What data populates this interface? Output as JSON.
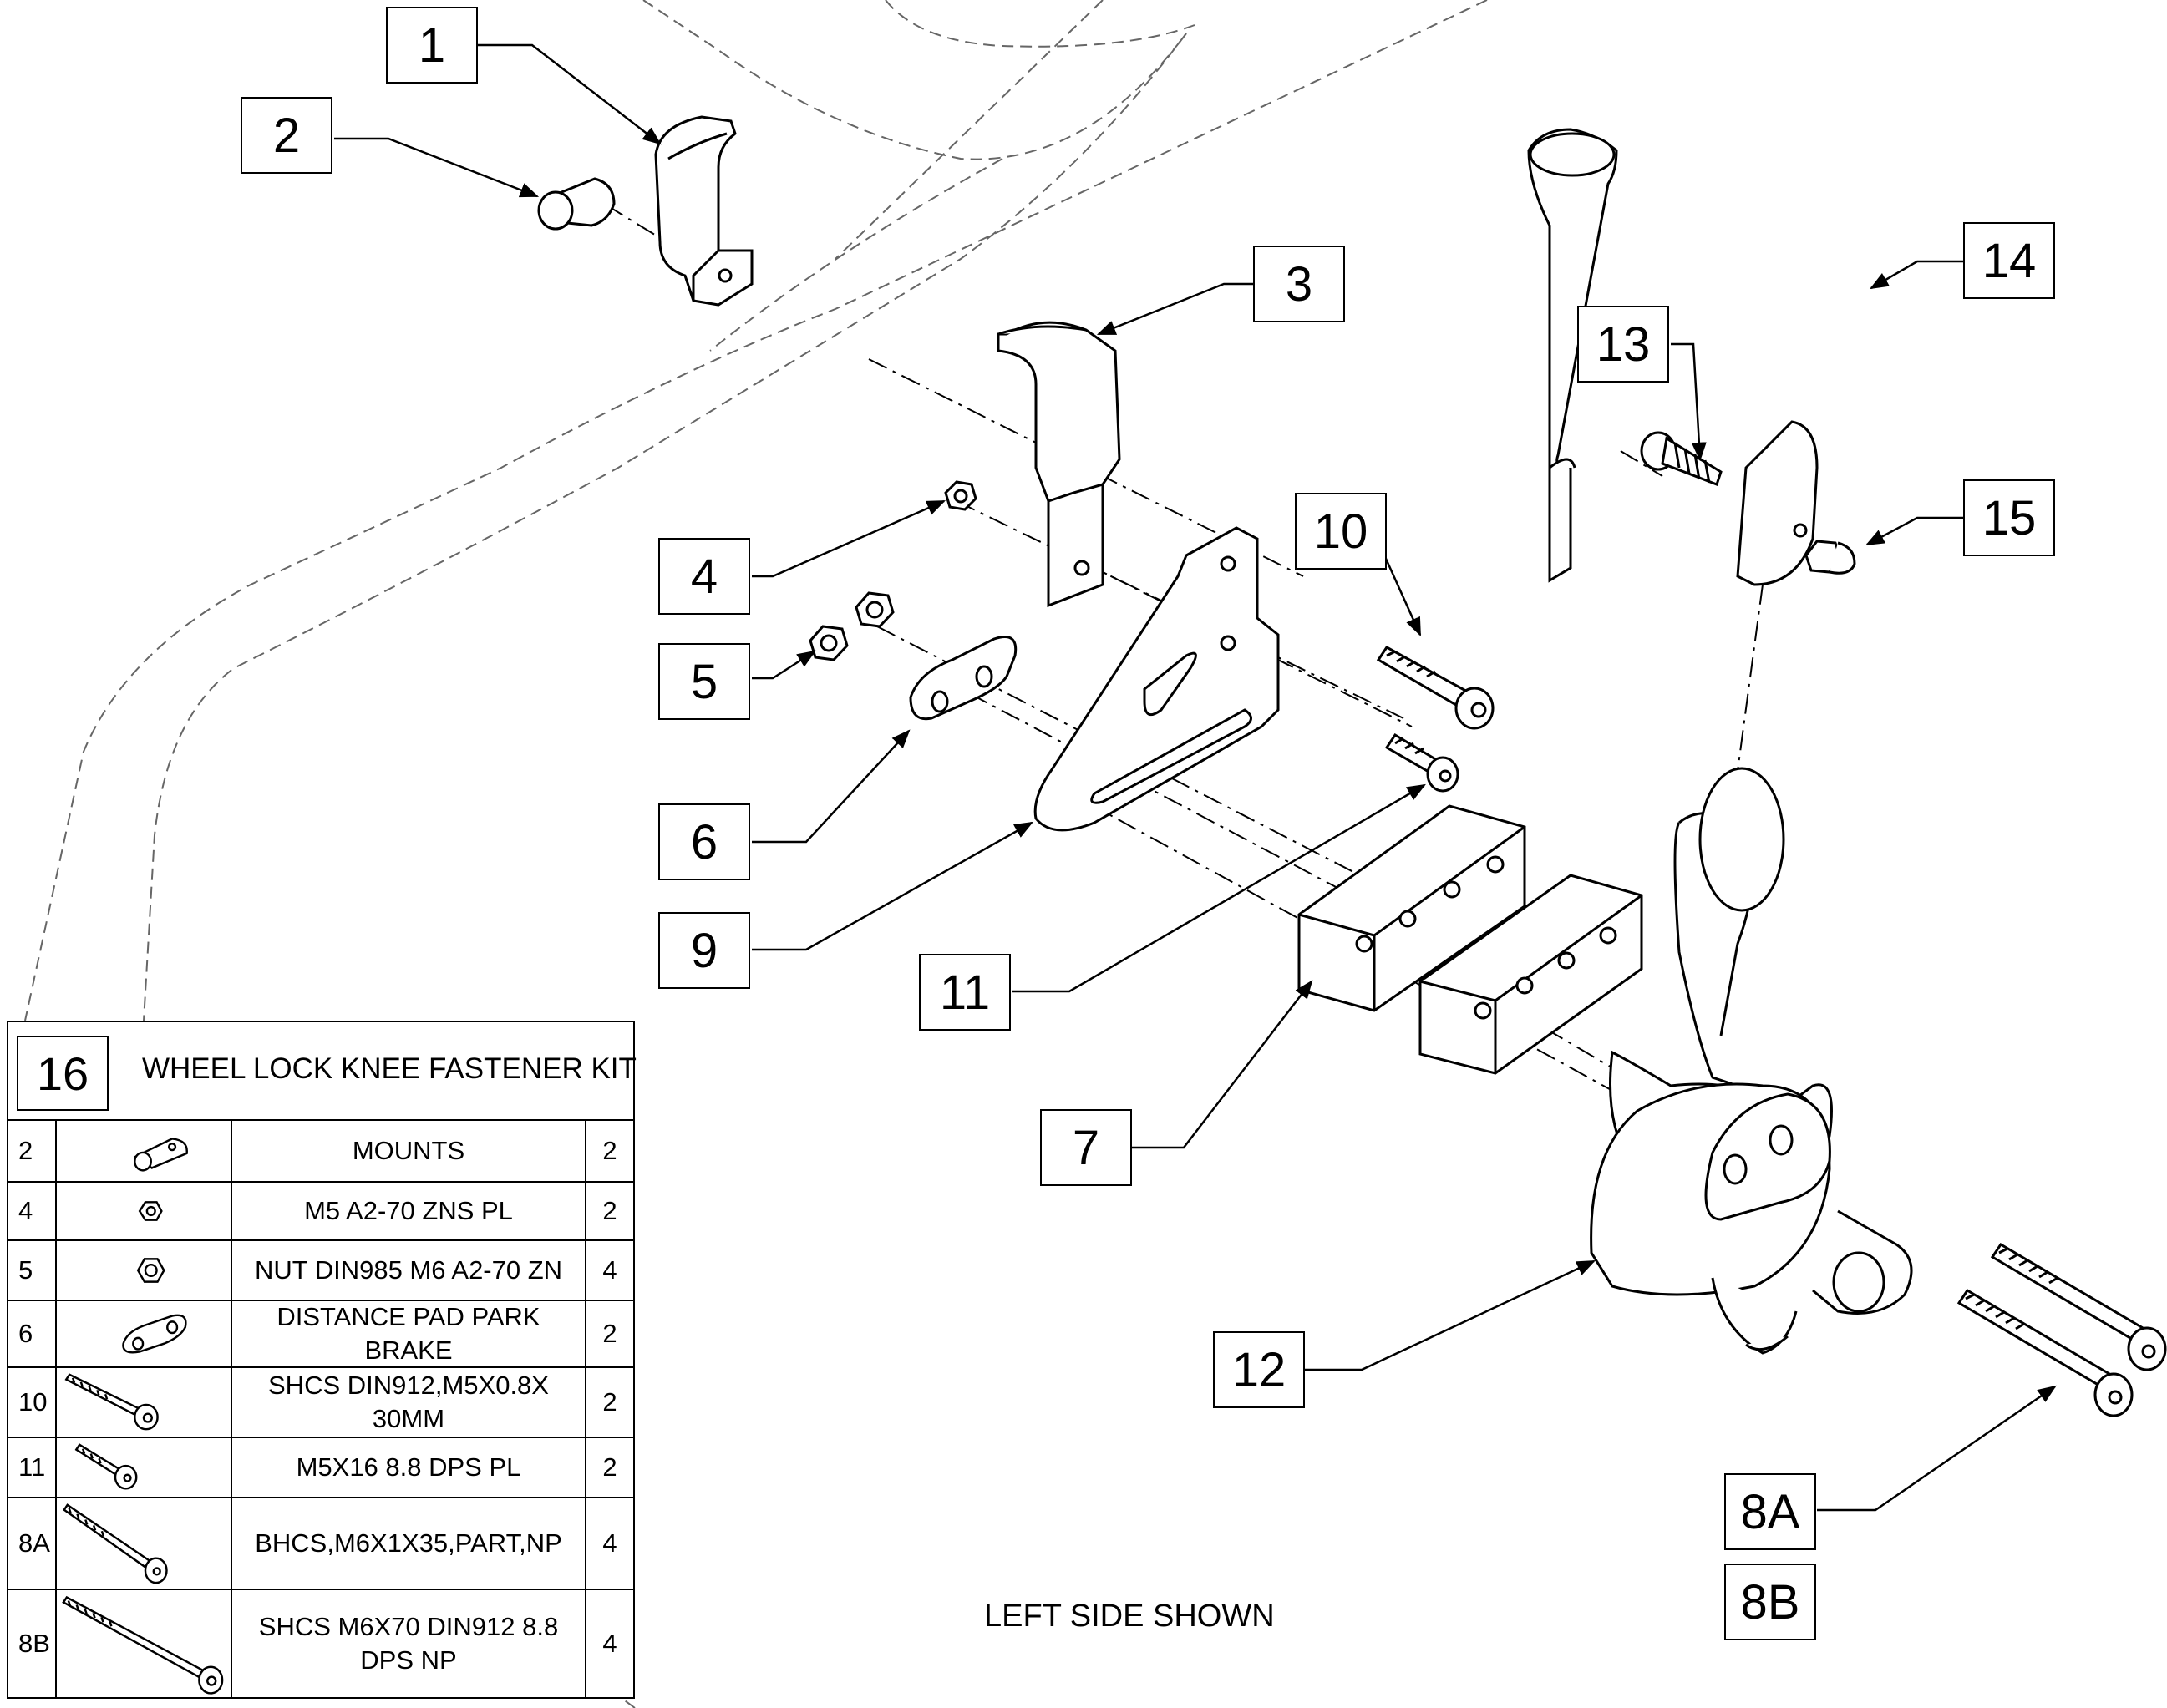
{
  "callouts": [
    {
      "id": "c1",
      "label": "1"
    },
    {
      "id": "c2",
      "label": "2"
    },
    {
      "id": "c3",
      "label": "3"
    },
    {
      "id": "c4",
      "label": "4"
    },
    {
      "id": "c5",
      "label": "5"
    },
    {
      "id": "c6",
      "label": "6"
    },
    {
      "id": "c7",
      "label": "7"
    },
    {
      "id": "c8a",
      "label": "8A"
    },
    {
      "id": "c8b",
      "label": "8B"
    },
    {
      "id": "c9",
      "label": "9"
    },
    {
      "id": "c10",
      "label": "10"
    },
    {
      "id": "c11",
      "label": "11"
    },
    {
      "id": "c12",
      "label": "12"
    },
    {
      "id": "c13",
      "label": "13"
    },
    {
      "id": "c14",
      "label": "14"
    },
    {
      "id": "c15",
      "label": "15"
    }
  ],
  "note": "LEFT SIDE SHOWN",
  "kit": {
    "number": "16",
    "title": "WHEEL LOCK KNEE FASTENER KIT",
    "rows": [
      {
        "item": "2",
        "icon": "pin-icon",
        "description": "MOUNTS",
        "qty": "2"
      },
      {
        "item": "4",
        "icon": "small-nut-icon",
        "description": "M5 A2-70 ZNS PL",
        "qty": "2"
      },
      {
        "item": "5",
        "icon": "nut-icon",
        "description": "NUT DIN985 M6 A2-70 ZN",
        "qty": "4"
      },
      {
        "item": "6",
        "icon": "distance-pad-icon",
        "description": "DISTANCE PAD PARK BRAKE",
        "qty": "2"
      },
      {
        "item": "10",
        "icon": "screw-30mm-icon",
        "description": "SHCS DIN912,M5X0.8X 30MM",
        "qty": "2"
      },
      {
        "item": "11",
        "icon": "screw-16mm-icon",
        "description": "M5X16 8.8 DPS PL",
        "qty": "2"
      },
      {
        "item": "8A",
        "icon": "button-head-screw-icon",
        "description": "BHCS,M6X1X35,PART,NP",
        "qty": "4"
      },
      {
        "item": "8B",
        "icon": "long-screw-icon",
        "description": "SHCS M6X70  DIN912 8.8 DPS NP",
        "qty": "4"
      }
    ]
  }
}
